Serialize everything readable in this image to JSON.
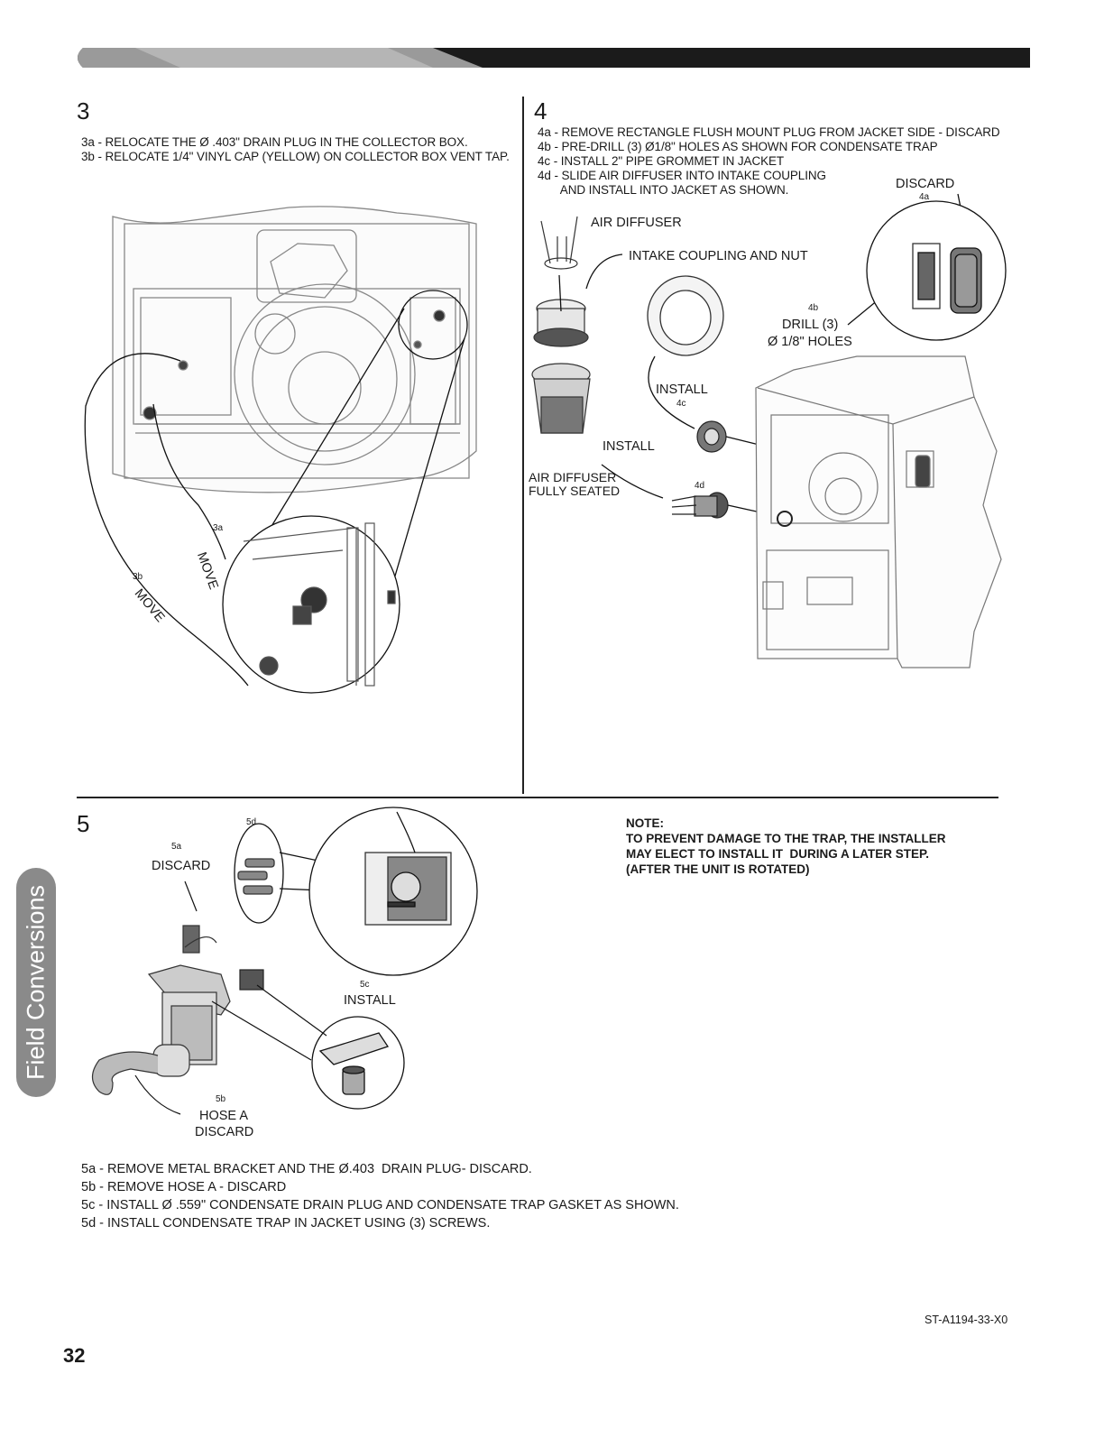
{
  "header_bar": {
    "dark_color": "#1b1b1b",
    "light_color": "#9a9a9a"
  },
  "side_tab": {
    "label": "Field Conversions"
  },
  "page_number": "32",
  "doc_code": "ST-A1194-33-X0",
  "step3": {
    "number": "3",
    "instructions": "3a - RELOCATE THE Ø .403\" DRAIN PLUG IN THE COLLECTOR BOX.\n3b - RELOCATE 1/4\" VINYL CAP (YELLOW) ON COLLECTOR BOX VENT TAP.",
    "label_3a": "3a",
    "label_3b": "3b",
    "move_a": "MOVE",
    "move_b": "MOVE"
  },
  "step4": {
    "number": "4",
    "instructions": "4a - REMOVE RECTANGLE FLUSH MOUNT PLUG FROM JACKET SIDE - DISCARD\n4b - PRE-DRILL (3) Ø1/8\" HOLES AS SHOWN FOR CONDENSATE TRAP\n4c - INSTALL 2\" PIPE GROMMET IN JACKET\n4d - SLIDE AIR DIFFUSER INTO INTAKE COUPLING\n       AND INSTALL INTO JACKET AS SHOWN.",
    "air_diffuser": "AIR DIFFUSER",
    "intake_coupling": "INTAKE COUPLING AND NUT",
    "discard": "DISCARD",
    "label_4a": "4a",
    "label_4b": "4b",
    "drill": "DRILL (3)",
    "holes": "Ø 1/8\" HOLES",
    "install_1": "INSTALL",
    "label_4c": "4c",
    "install_2": "INSTALL",
    "air_diffuser_seated": "AIR DIFFUSER\nFULLY SEATED",
    "label_4d": "4d"
  },
  "step5": {
    "number": "5",
    "label_5a": "5a",
    "discard": "DISCARD",
    "label_5d": "5d",
    "label_5c": "5c",
    "install": "INSTALL",
    "label_5b": "5b",
    "hose_a": "HOSE A",
    "hose_discard": "DISCARD",
    "note": "NOTE:\nTO PREVENT DAMAGE TO THE TRAP, THE INSTALLER\nMAY ELECT TO INSTALL IT  DURING A LATER STEP.\n(AFTER THE UNIT IS ROTATED)",
    "instructions": "5a - REMOVE METAL BRACKET AND THE Ø.403  DRAIN PLUG- DISCARD.\n5b - REMOVE HOSE A - DISCARD\n5c - INSTALL Ø .559\" CONDENSATE DRAIN PLUG AND CONDENSATE TRAP GASKET AS SHOWN.\n5d - INSTALL CONDENSATE TRAP IN JACKET USING (3) SCREWS."
  }
}
